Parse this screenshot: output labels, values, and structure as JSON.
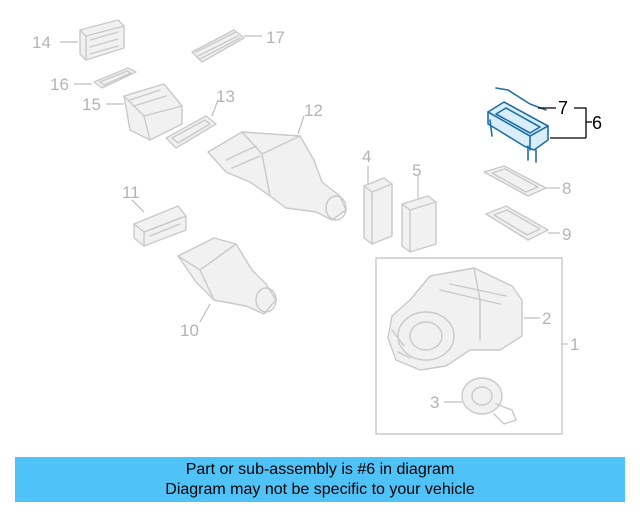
{
  "diagram": {
    "callouts": {
      "c1": "1",
      "c2": "2",
      "c3": "3",
      "c4": "4",
      "c5": "5",
      "c6": "6",
      "c7": "7",
      "c8": "8",
      "c9": "9",
      "c10": "10",
      "c11": "11",
      "c12": "12",
      "c13": "13",
      "c14": "14",
      "c15": "15",
      "c16": "16",
      "c17": "17"
    },
    "highlighted_part": "6",
    "colors": {
      "highlight_stroke": "#1f6fa6",
      "highlight_fill": "#d9eefb",
      "muted": "#c9c9c9",
      "banner": "#4fc3f7"
    }
  },
  "banner": {
    "line1": "Part or sub-assembly is #6 in diagram",
    "line2": "Diagram may not be specific to your vehicle"
  }
}
